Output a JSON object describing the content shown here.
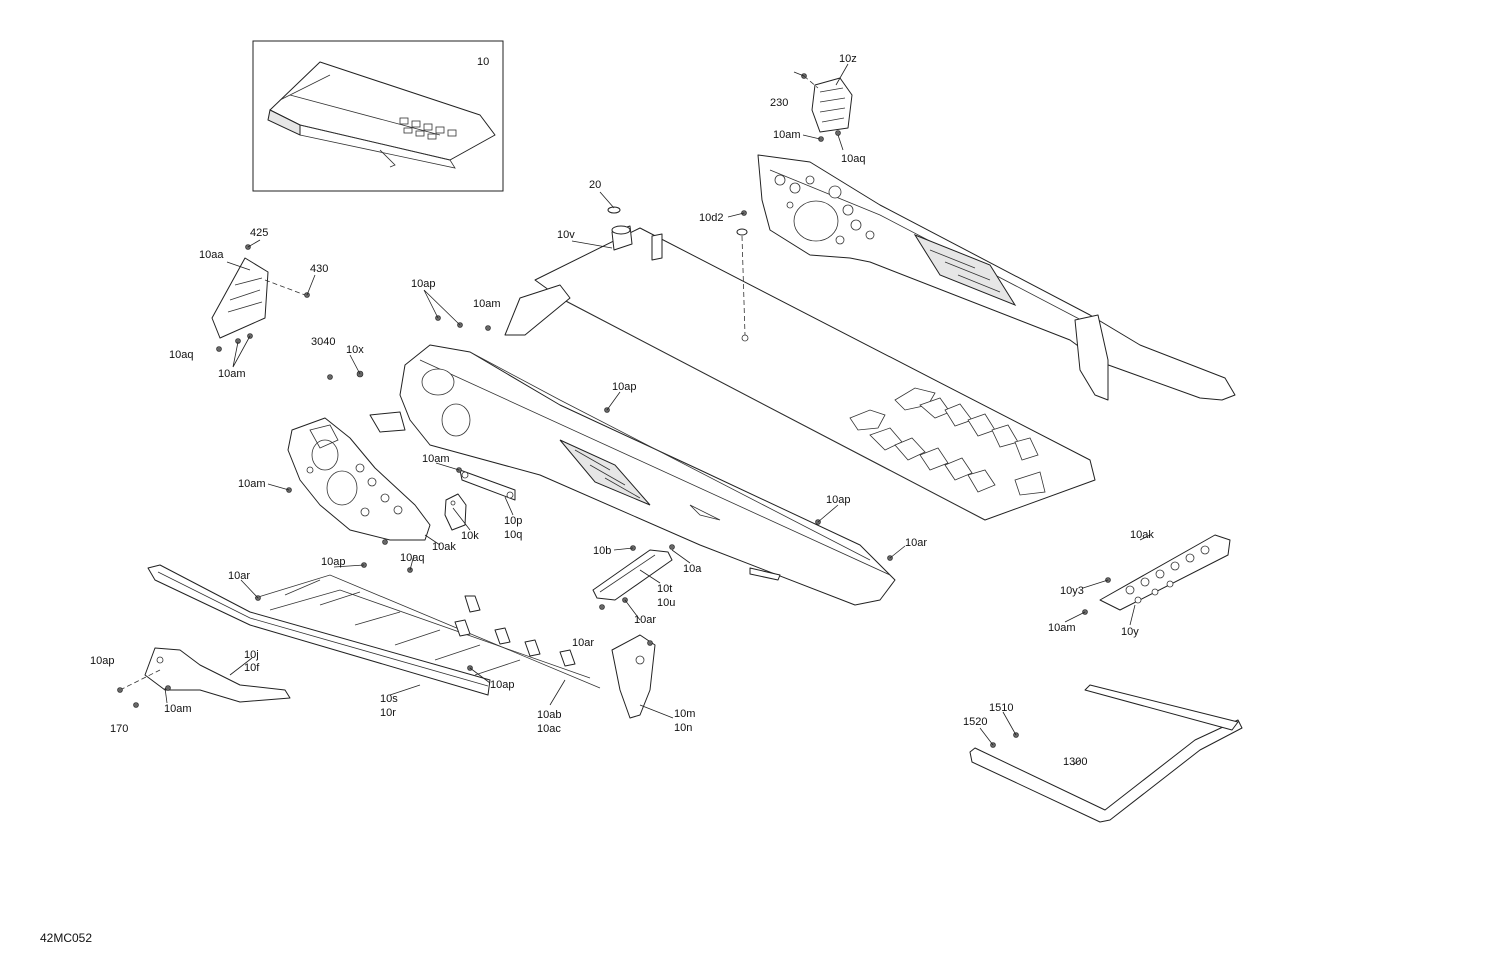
{
  "figure_code": "42MC052",
  "inset_label": "10",
  "callouts": {
    "c10z": "10z",
    "c230": "230",
    "c10am_tr": "10am",
    "c10aq_tr": "10aq",
    "c20": "20",
    "c10d2": "10d2",
    "c10v": "10v",
    "c425": "425",
    "c10aa": "10aa",
    "c430": "430",
    "c10aq_l": "10aq",
    "c10am_l": "10am",
    "c10ap_1": "10ap",
    "c10am_c": "10am",
    "c3040": "3040",
    "c10x": "10x",
    "c10ap_2": "10ap",
    "c10am_2": "10am",
    "c10am_3": "10am",
    "c10k": "10k",
    "c10ak": "10ak",
    "c10p": "10p",
    "c10q": "10q",
    "c10ap_3": "10ap",
    "c10ar_1": "10ar",
    "c10ap_4": "10ap",
    "c10aq_2": "10aq",
    "c10ar_2": "10ar",
    "c10b": "10b",
    "c10a": "10a",
    "c10t": "10t",
    "c10u": "10u",
    "c10ar_3": "10ar",
    "c10ar_4": "10ar",
    "c10ak_r": "10ak",
    "c10y3": "10y3",
    "c10am_r": "10am",
    "c10y": "10y",
    "c10ap_5": "10ap",
    "c10j": "10j",
    "c10f": "10f",
    "c10am_4": "10am",
    "c170": "170",
    "c10s": "10s",
    "c10r": "10r",
    "c10ap_6": "10ap",
    "c10ab": "10ab",
    "c10ac": "10ac",
    "c10m": "10m",
    "c10n": "10n",
    "c1510": "1510",
    "c1520": "1520",
    "c1300": "1300"
  }
}
